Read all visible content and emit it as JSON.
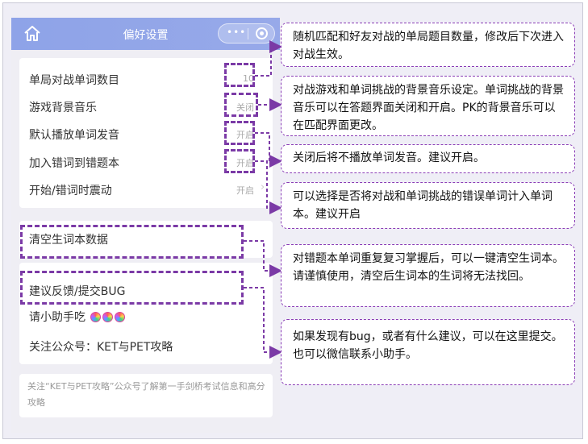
{
  "header": {
    "title": "偏好设置",
    "more_label": "•••"
  },
  "settings": [
    {
      "label": "单局对战单词数目",
      "value": "10"
    },
    {
      "label": "游戏背景音乐",
      "value": "关闭"
    },
    {
      "label": "默认播放单词发音",
      "value": "开启"
    },
    {
      "label": "加入错词到错题本",
      "value": "开启"
    },
    {
      "label": "开始/错词时震动",
      "value": "开启"
    }
  ],
  "actions": {
    "clear": "清空生词本数据",
    "feedback": "建议反馈/提交BUG",
    "treat": "请小助手吃",
    "follow": "关注公众号：KET与PET攻略"
  },
  "footer_text": "关注“KET与PET攻略”公众号了解第一手剑桥考试信息和高分攻略",
  "annotations": [
    "随机匹配和好友对战的单局题目数量，修改后下次进入对战生效。",
    "对战游戏和单词挑战的背景音乐设定。单词挑战的背景音乐可以在答题界面关闭和开启。PK的背景音乐可以在匹配界面更改。",
    "关闭后将不播放单词发音。建议开启。",
    "可以选择是否将对战和单词挑战的错误单词计入单词本。建议开启",
    "对错题本单词重复复习掌握后，可以一键清空生词本。请谨慎使用，清空后生词本的生词将无法找回。",
    "如果发现有bug，或者有什么建议，可以在这里提交。也可以微信联系小助手。"
  ],
  "colors": {
    "titlebar": "#8ea3e8",
    "annotation_border": "#8a3db6",
    "background": "#efeef6"
  }
}
